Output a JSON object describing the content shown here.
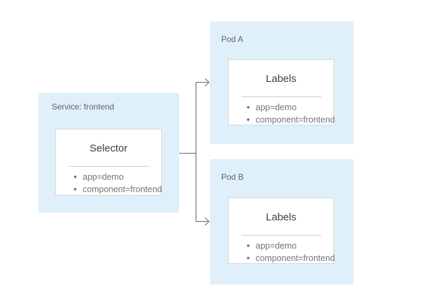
{
  "colors": {
    "box-blue": "#dff0fa",
    "card-bg": "#ffffff",
    "card-border": "#d8d8d8",
    "divider": "#cccccc",
    "title-text": "#3c4043",
    "label-text": "#5f6368",
    "item-text": "#757575",
    "bullet-dot": "#616161",
    "connector": "#5f6368",
    "canvas-bg": "#ffffff"
  },
  "service": {
    "label": "Service: frontend",
    "card": {
      "title": "Selector",
      "items": [
        "app=demo",
        "component=frontend"
      ]
    }
  },
  "pods": [
    {
      "label": "Pod A",
      "card": {
        "title": "Labels",
        "items": [
          "app=demo",
          "component=frontend"
        ]
      }
    },
    {
      "label": "Pod B",
      "card": {
        "title": "Labels",
        "items": [
          "app=demo",
          "component=frontend"
        ]
      }
    }
  ]
}
